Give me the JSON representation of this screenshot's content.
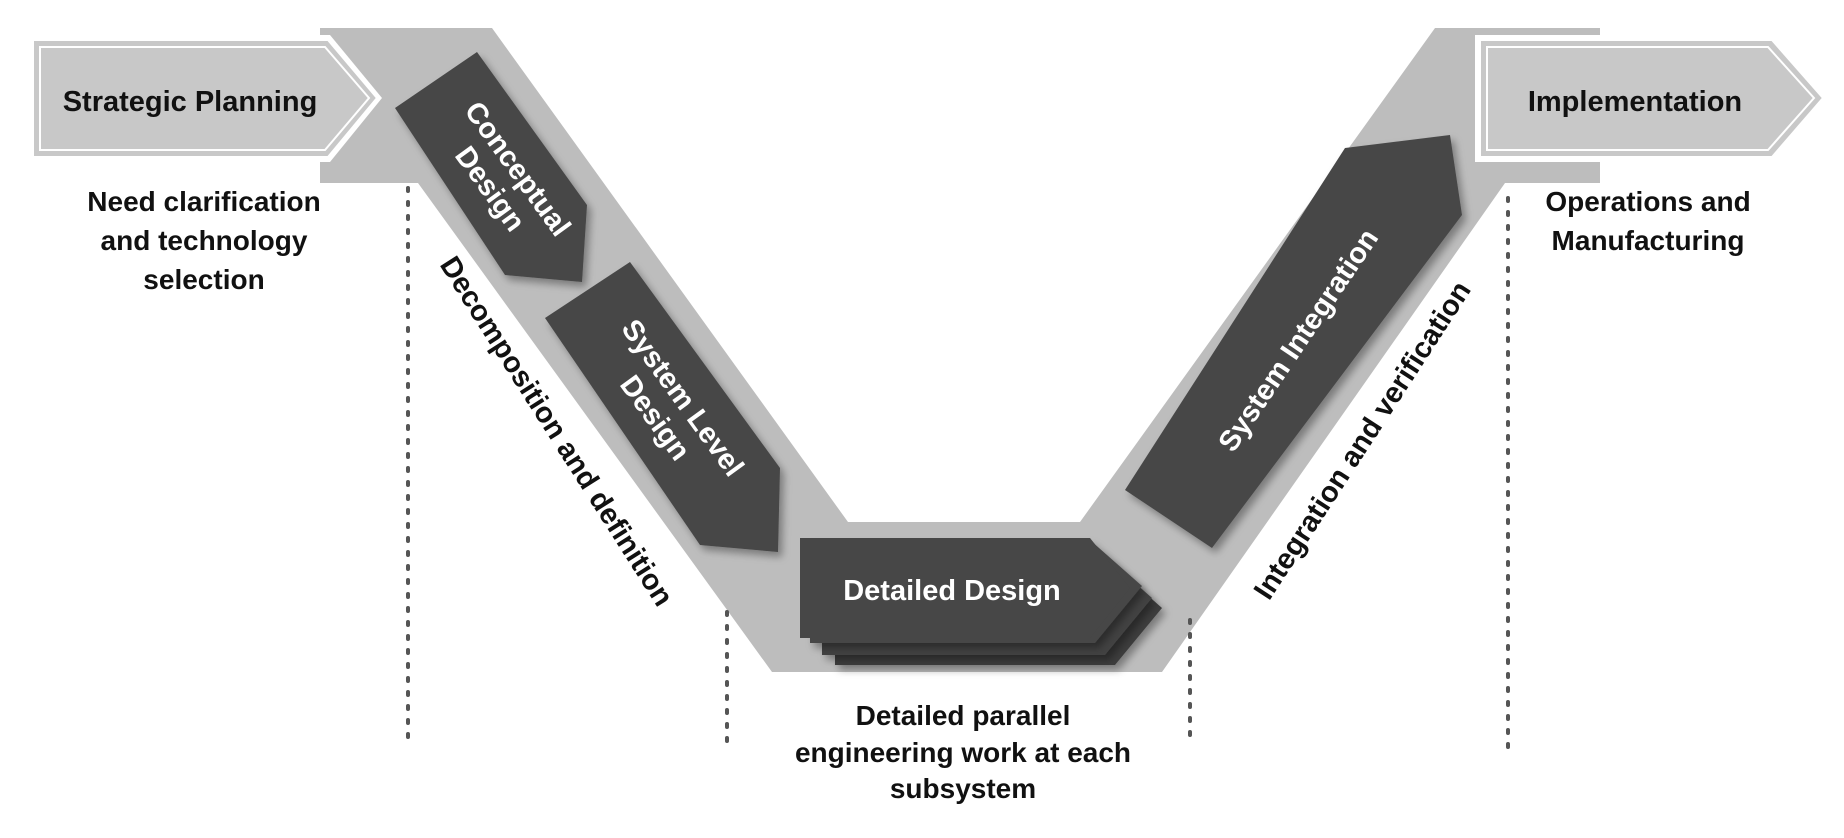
{
  "phases": {
    "strategic_planning": "Strategic Planning",
    "implementation": "Implementation"
  },
  "notes": {
    "strategic_1": "Need clarification",
    "strategic_2": "and technology",
    "strategic_3": "selection",
    "implementation_1": "Operations and",
    "implementation_2": "Manufacturing",
    "bottom_1": "Detailed parallel",
    "bottom_2": "engineering work at each",
    "bottom_3": "subsystem"
  },
  "stages": {
    "conceptual_1": "Conceptual",
    "conceptual_2": "Design",
    "system_level_1": "System Level",
    "system_level_2": "Design",
    "detailed": "Detailed Design",
    "integration": "System Integration"
  },
  "side_labels": {
    "left": "Decomposition and definition",
    "right": "Integration and verification"
  },
  "colors": {
    "band": "#bdbdbd",
    "arrow_light": "#c8c8c8",
    "arrow_dark": "#474747"
  }
}
